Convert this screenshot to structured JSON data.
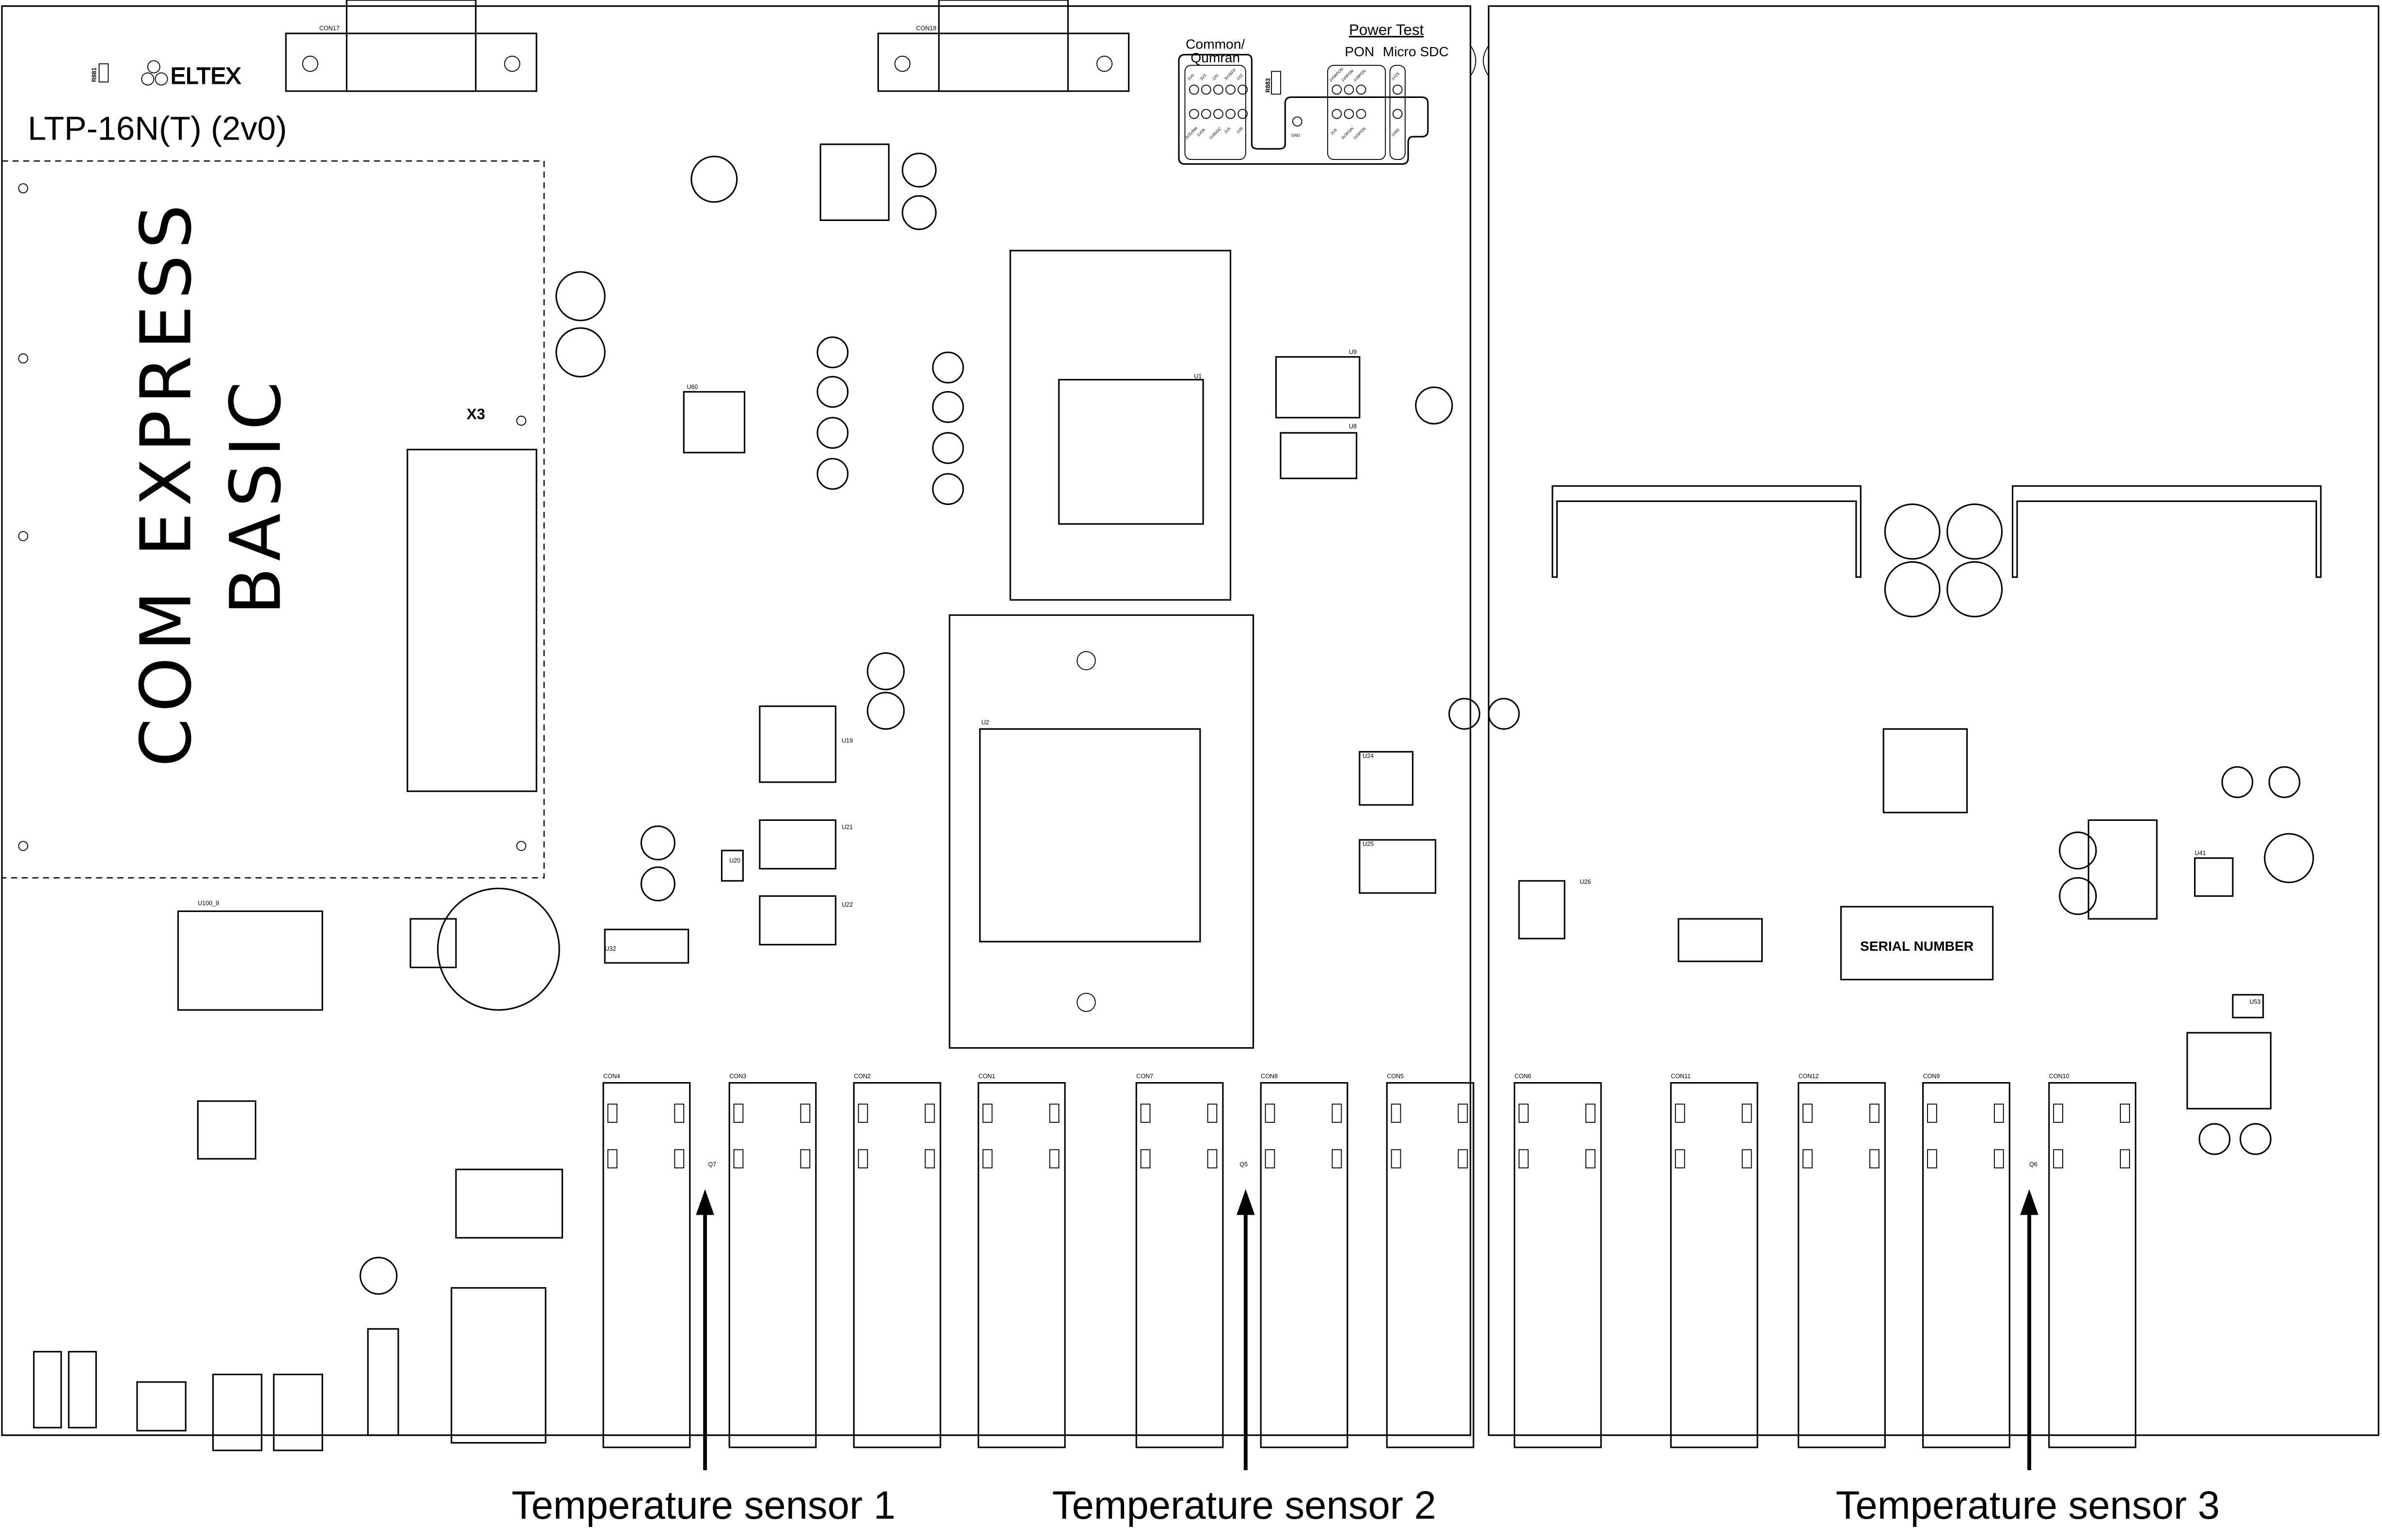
{
  "board": {
    "brand": "ELTEX",
    "model": "LTP-16N(T) (2v0)",
    "module_area_line1": "COM EXPRESS",
    "module_area_line2": "BASIC",
    "module_connector": "X3",
    "serial_number_label": "SERIAL NUMBER",
    "gnd_label": "GND",
    "r883": "R883",
    "r881": "R881"
  },
  "power_test": {
    "title": "Power Test",
    "common_title_line1": "Common/",
    "common_title_line2": "Qumran",
    "common_top": [
      "5V0",
      "3V3",
      "12V",
      "3V3SFP",
      "1V2"
    ],
    "common_bottom": [
      "3V3VRM",
      "1V0A",
      "1V0DDC",
      "2V5",
      "1V8"
    ],
    "pon_title": "PON",
    "pon_top": [
      "1V0APON",
      "1V0PON",
      "1V8PON"
    ],
    "pon_bottom": [
      "2V9",
      "3V3PON",
      "1V5PON"
    ],
    "sdc_title": "Micro SDC",
    "sdc_top": [
      "1V2S"
    ],
    "sdc_bottom": [
      "1V8S"
    ]
  },
  "top_connectors": [
    "CON17",
    "CON18"
  ],
  "ports": [
    "CON4",
    "CON3",
    "CON2",
    "CON1",
    "CON7",
    "CON8",
    "CON5",
    "CON6",
    "CON11",
    "CON12",
    "CON9",
    "CON10"
  ],
  "chips": [
    "U1",
    "U2",
    "U8",
    "U9",
    "U19",
    "U20",
    "U21",
    "U22",
    "U24",
    "U25",
    "U26",
    "U32",
    "U41",
    "U53",
    "U60",
    "U100_9"
  ],
  "sensors": [
    {
      "label": "Temperature sensor 1",
      "ref": "Q7"
    },
    {
      "label": "Temperature sensor 2",
      "ref": "Q5"
    },
    {
      "label": "Temperature sensor 3",
      "ref": "Q6"
    }
  ]
}
